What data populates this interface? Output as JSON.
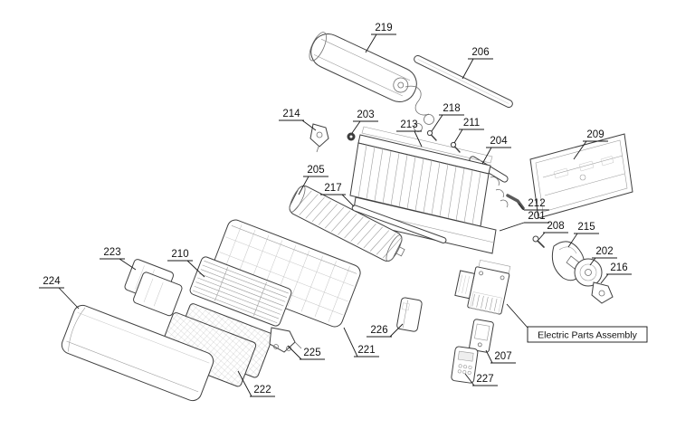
{
  "page": {
    "background_color": "#ffffff"
  },
  "diagram": {
    "type": "exploded-parts-diagram",
    "description": "Exploded view parts diagram of a split air-conditioner indoor unit with numbered callouts",
    "assembly_label": "Electric Parts Assembly",
    "line_color": "#3f3f3f",
    "label_color": "#111111",
    "part_numbers": [
      "219",
      "206",
      "214",
      "203",
      "218",
      "213",
      "211",
      "204",
      "209",
      "205",
      "217",
      "212",
      "201",
      "208",
      "215",
      "202",
      "216",
      "223",
      "210",
      "224",
      "226",
      "225",
      "221",
      "222",
      "207",
      "227"
    ]
  }
}
